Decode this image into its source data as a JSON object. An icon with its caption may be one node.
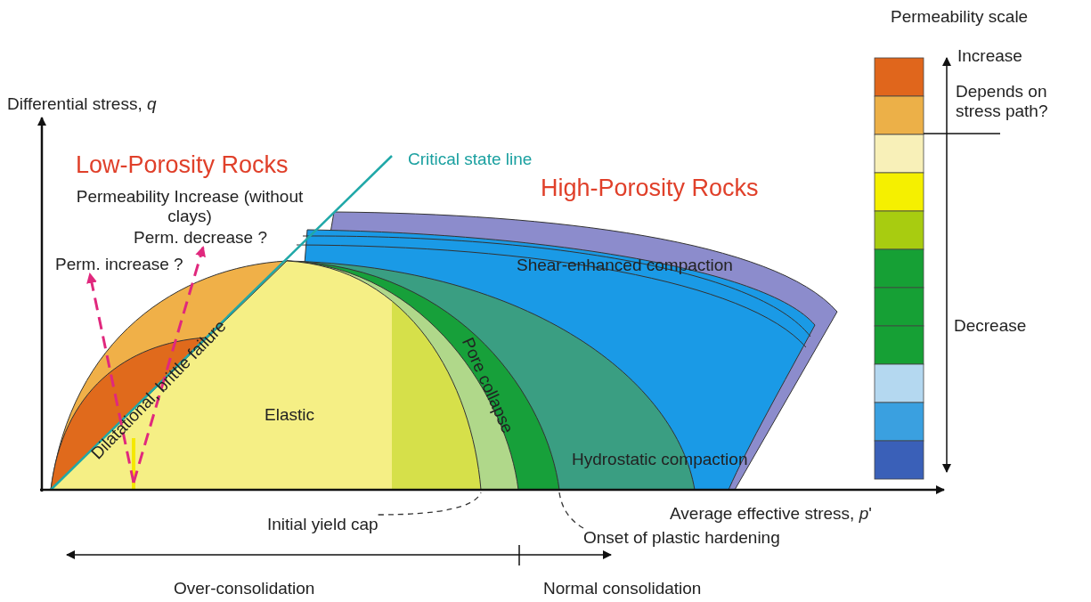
{
  "diagram": {
    "nodes": [
      {
        "text": [
          "Initial yield cap"
        ]
      },
      {
        "text": [
          "Onset of plastic hardening"
        ]
      },
      {
        "text": [
          "Perm. increase ?"
        ]
      },
      {
        "text": [
          "Perm. decrease ?"
        ]
      }
    ],
    "edges": [
      {
        "from": 0,
        "to": null,
        "arrow": "none",
        "style": "dashed"
      },
      {
        "from": 1,
        "to": null,
        "arrow": "none",
        "style": "dashed"
      },
      {
        "from": null,
        "to": 2,
        "arrow": "to",
        "style": "dashed",
        "color": "#e0287d"
      },
      {
        "from": null,
        "to": 3,
        "arrow": "to",
        "style": "dashed",
        "color": "#e0287d"
      }
    ],
    "labels": [
      "Differential stress, *q*",
      "Low-Porosity Rocks",
      "Critical state line",
      "High-Porosity Rocks",
      "Permeability Increase (without clays)",
      "Shear-enhanced compaction",
      "Dilatational, brittle failure",
      "Elastic",
      "Pore collapse",
      "Hydrostatic compaction",
      "Average effective stress, *p*'",
      "Over-consolidation",
      "Normal consolidation",
      "Permeability scale",
      "Increase",
      "Depends on stress path?",
      "Decrease"
    ]
  }
}
